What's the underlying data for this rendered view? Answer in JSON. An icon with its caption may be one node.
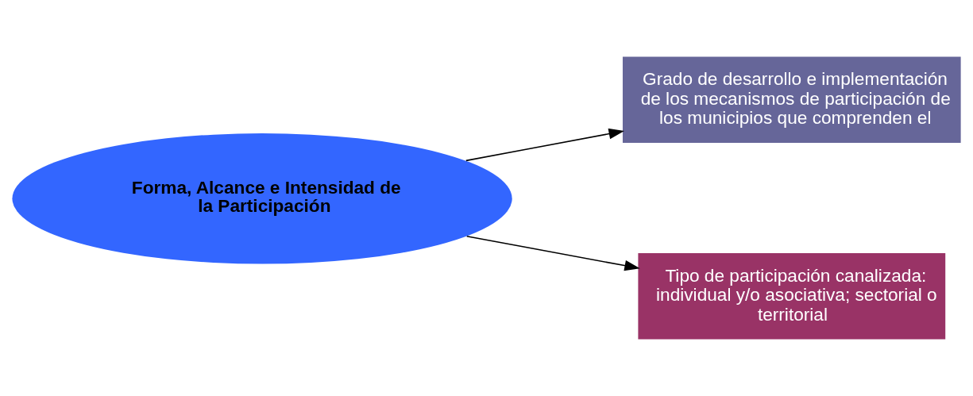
{
  "diagram": {
    "nodes": [
      {
        "text": [
          "Forma, Alcance e Intensidad de la Participación"
        ]
      },
      {
        "text": [
          "Grado de desarrollo e implementación de los mecanismos de participación de los municipios que comprenden el"
        ]
      },
      {
        "text": [
          "Tipo de participación canalizada: individual y/o asociativa; sectorial o territorial"
        ]
      }
    ],
    "edges": [
      {
        "from": 0,
        "to": 1,
        "arrow": "to"
      },
      {
        "from": 0,
        "to": 2,
        "arrow": "to"
      }
    ]
  }
}
